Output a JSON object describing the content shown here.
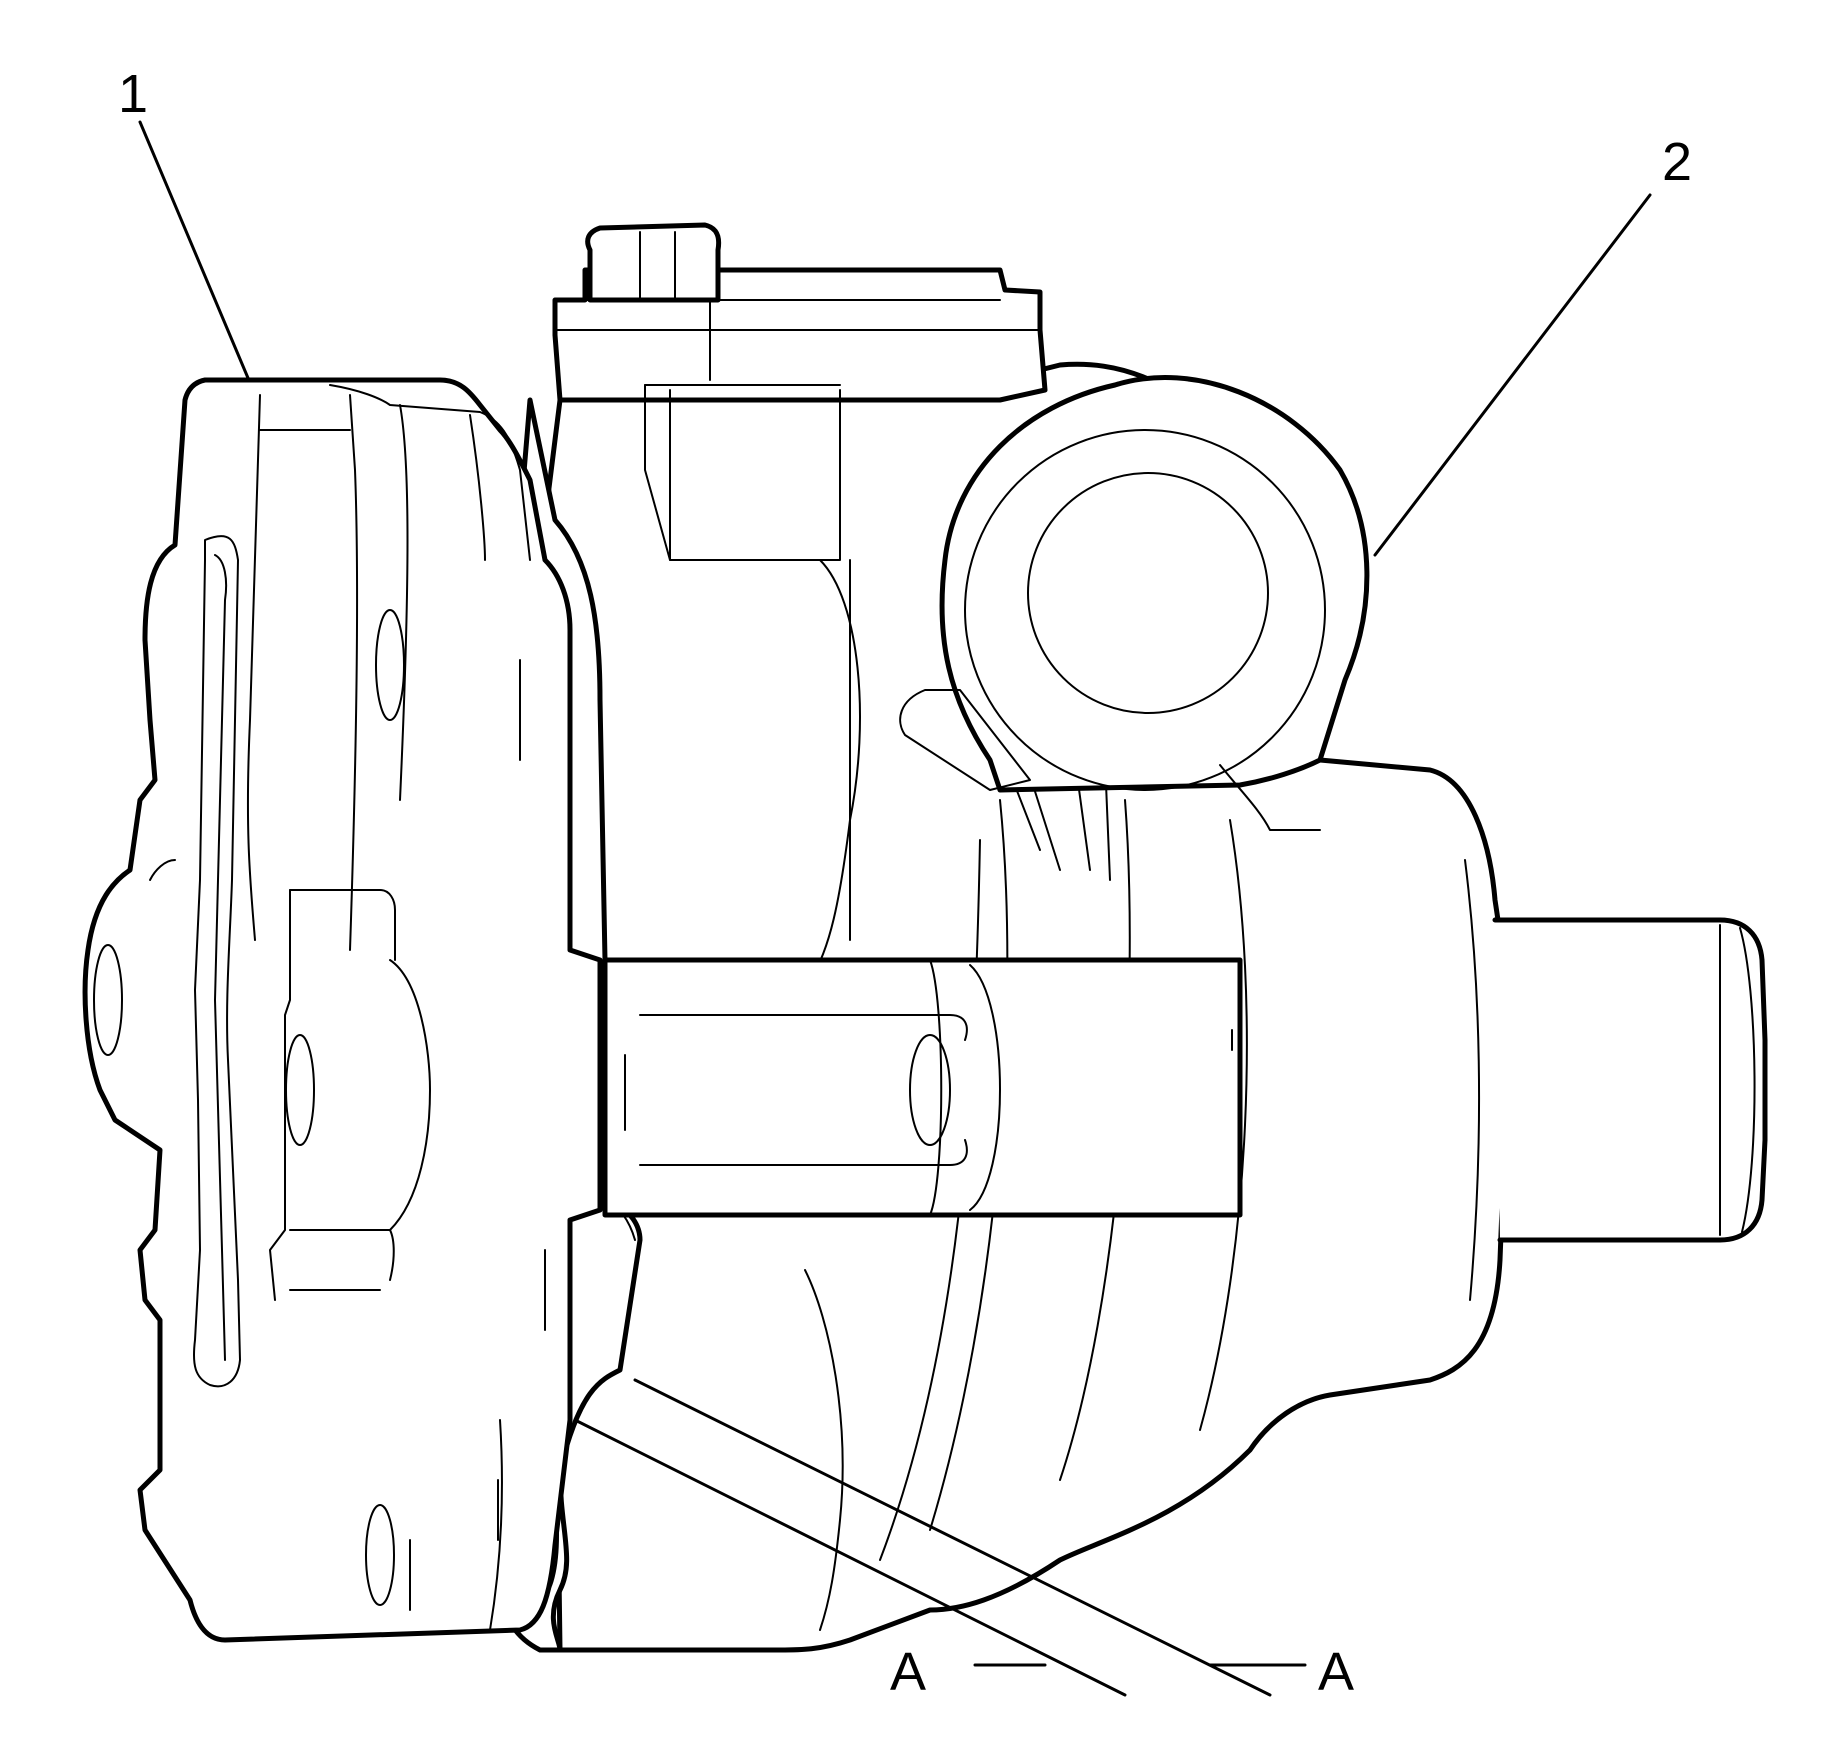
{
  "figure": {
    "callouts": [
      {
        "id": "callout-1",
        "label": "1"
      },
      {
        "id": "callout-2",
        "label": "2"
      }
    ],
    "section_marks": [
      {
        "id": "section-a-left",
        "label": "A"
      },
      {
        "id": "section-a-right",
        "label": "A"
      }
    ]
  }
}
